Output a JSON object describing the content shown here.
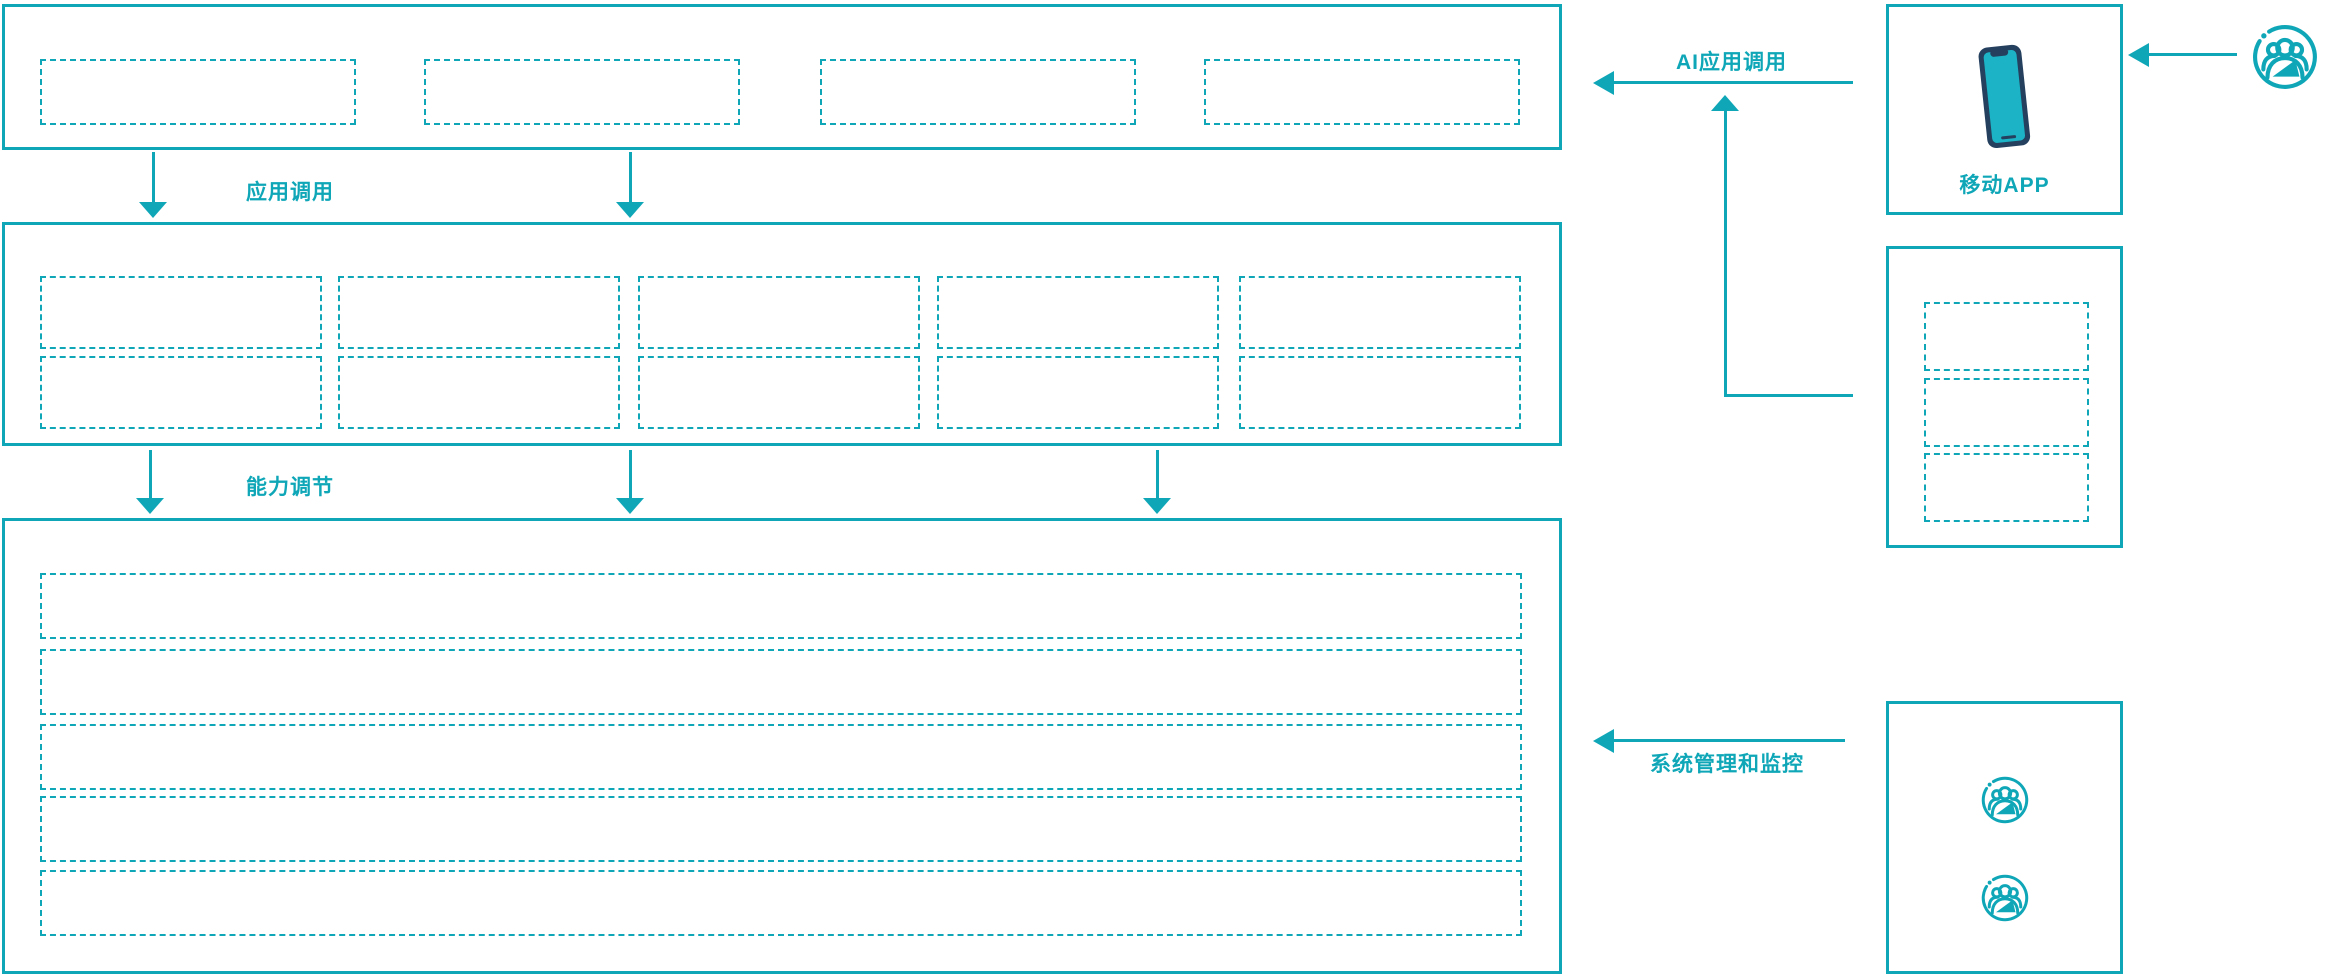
{
  "diagram": {
    "labels": {
      "app_call": "应用调用",
      "capability_adjust": "能力调节",
      "ai_app_call": "AI应用调用",
      "system_mgmt": "系统管理和监控",
      "mobile_app": "移动APP"
    },
    "colors": {
      "teal": "#0FA7B8",
      "phone_body": "#24405E",
      "phone_screen": "#1BB3C5"
    }
  }
}
